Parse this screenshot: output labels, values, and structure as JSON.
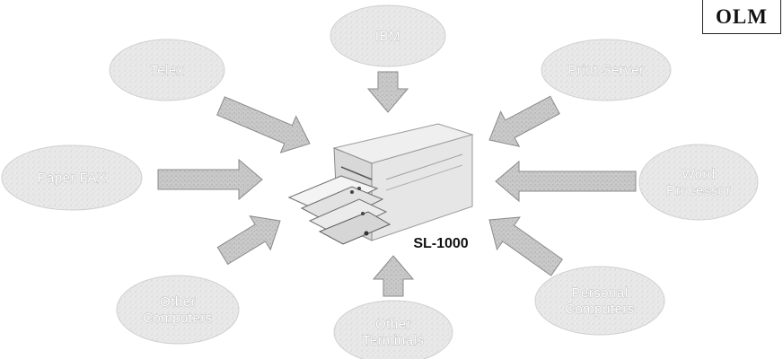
{
  "stamp": "OLM",
  "device": {
    "label": "SL-1000"
  },
  "sources": [
    {
      "id": "telex",
      "lines": [
        "Telex"
      ]
    },
    {
      "id": "ibm",
      "lines": [
        "IBM"
      ]
    },
    {
      "id": "print-server",
      "lines": [
        "Print Server"
      ]
    },
    {
      "id": "paper-fax",
      "lines": [
        "Paper FAX"
      ]
    },
    {
      "id": "word-processor",
      "lines": [
        "Word",
        "Processor"
      ]
    },
    {
      "id": "other-computers",
      "lines": [
        "Other",
        "Computers"
      ]
    },
    {
      "id": "other-terminals",
      "lines": [
        "Other",
        "Terminals"
      ]
    },
    {
      "id": "personal-computers",
      "lines": [
        "Personal",
        "Computers"
      ]
    }
  ],
  "colors": {
    "ellipse_fill": "#ededed",
    "arrow_fill": "#c4c4c4",
    "arrow_stroke": "#8a8a8a"
  }
}
